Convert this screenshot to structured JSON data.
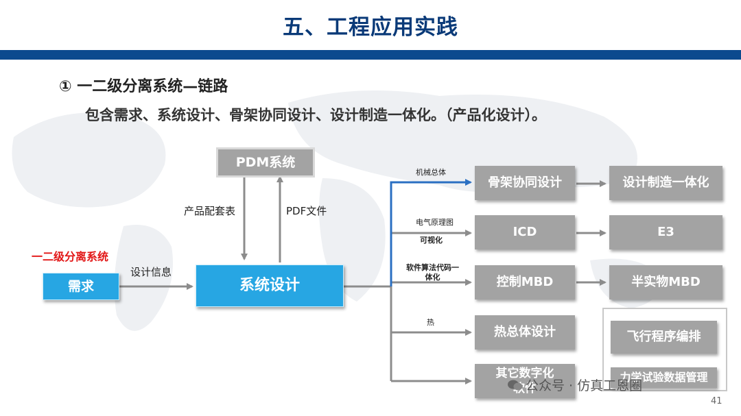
{
  "header": {
    "title": "五、工程应用实践",
    "section": "① 一二级分离系统—链路",
    "subtitle": "包含需求、系统设计、骨架协同设计、设计制造一体化。（产品化设计）。"
  },
  "diagram": {
    "red_label": "一二级分离系统",
    "nodes": {
      "pdm": "PDM系统",
      "demand": "需求",
      "system_design": "系统设计",
      "skeleton": "骨架协同设计",
      "design_mfg": "设计制造一体化",
      "icd": "ICD",
      "e3": "E3",
      "control_mbd": "控制MBD",
      "semi_mbd": "半实物MBD",
      "thermal": "热总体设计",
      "flight": "飞行程序编排",
      "other_digital": "其它数字化\n软件",
      "mech_test": "力学试验数据管理"
    },
    "edge_labels": {
      "product_config": "产品配套表",
      "pdf_file": "PDF文件",
      "design_info": "设计信息",
      "mechanical": "机械总体",
      "electrical": "电气原理图",
      "visualize": "可视化",
      "software": "软件算法代码一\n体化",
      "thermal": "热"
    }
  },
  "watermark": {
    "text": "公众号 · 仿真工恩圈"
  },
  "page_number": "41"
}
